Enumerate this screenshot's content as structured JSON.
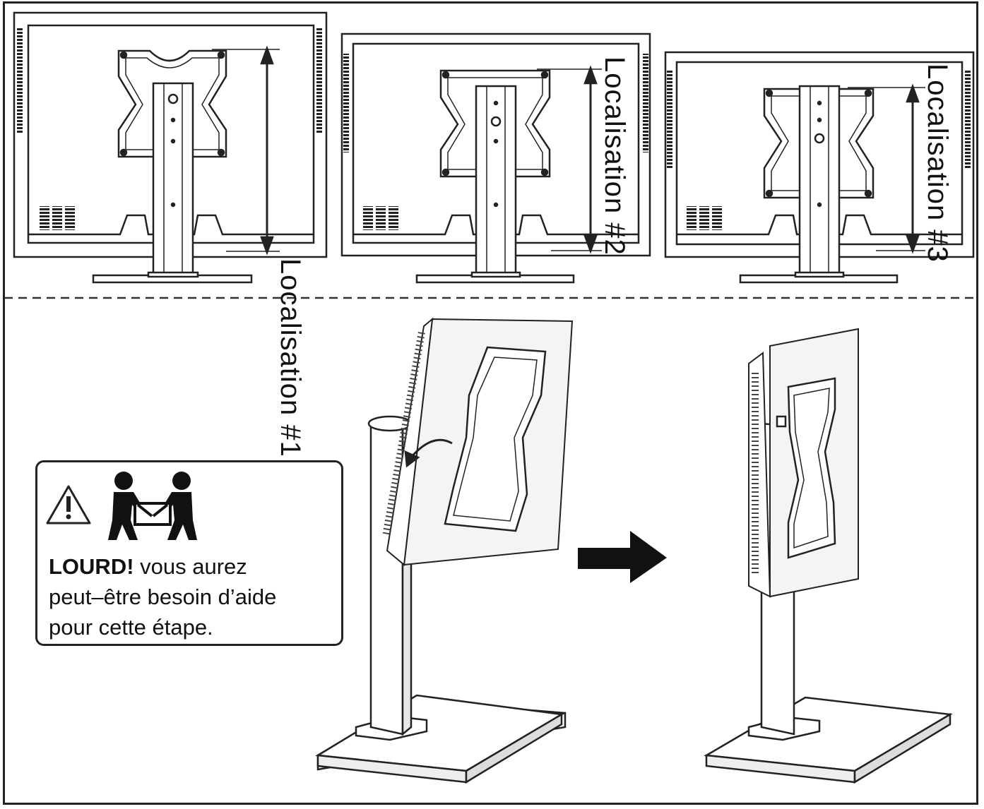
{
  "labels": {
    "loc1": "Localisation #1",
    "loc2": "Localisation #2",
    "loc3": "Localisation #3"
  },
  "warning": {
    "title": "LOURD!",
    "body_line1": " vous aurez",
    "body_line2": "peut–être besoin d’aide",
    "body_line3": "pour cette étape."
  },
  "icons": [
    "warning-triangle-icon",
    "two-person-lift-icon",
    "arrow-right-icon"
  ],
  "colors": {
    "line": "#222222",
    "screen": "#ffffff",
    "panel_fill": "#f2f2f2"
  }
}
